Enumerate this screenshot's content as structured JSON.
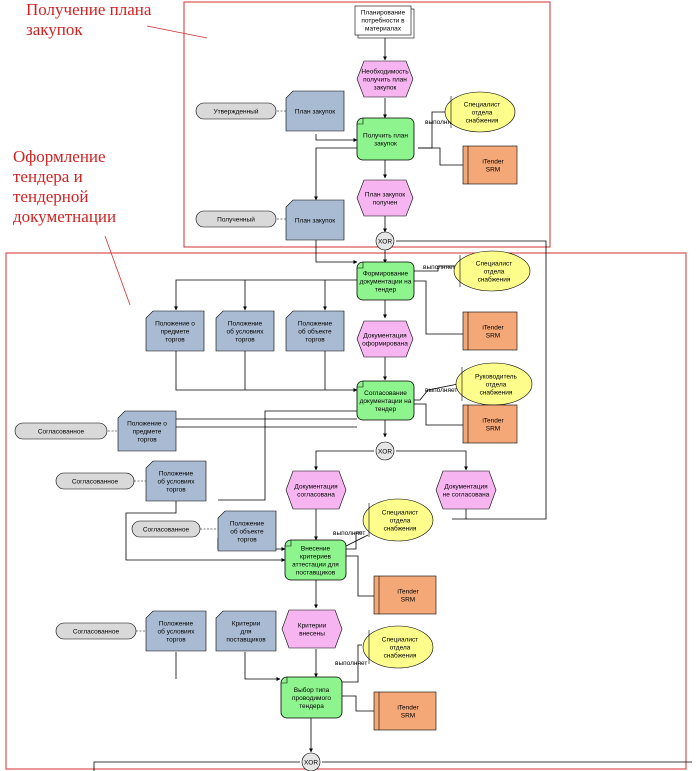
{
  "annotations": {
    "section1": [
      "Получение плана",
      "закупок"
    ],
    "section2": [
      "Оформление",
      "тендера и",
      "тендерной",
      "докуметнации"
    ]
  },
  "labels": {
    "performs": "выполняет",
    "xor": "XOR"
  },
  "functions": {
    "get_plan": [
      "Получить план",
      "закупок"
    ],
    "form_doc": [
      "Формирование",
      "документации на",
      "тендер"
    ],
    "approve_doc": [
      "Согласование",
      "документации на",
      "тендер"
    ],
    "criteria": [
      "Внесение",
      "критериев",
      "аттестации для",
      "поставщиков"
    ],
    "tender_type": [
      "Выбор типа",
      "проводимого",
      "тендера"
    ]
  },
  "events": {
    "need_plan": [
      "Необходимость",
      "получить план",
      "закупок"
    ],
    "plan_received": [
      "План закупок",
      "получен"
    ],
    "doc_formed": [
      "Документация",
      "оформирована"
    ],
    "doc_approved": [
      "Документация",
      "согласована"
    ],
    "doc_not_approved": [
      "Документация",
      "не согласована"
    ],
    "criteria_entered": [
      "Критерии",
      "внесены"
    ]
  },
  "documents": {
    "planning": [
      "Планирование",
      "потребности в",
      "материалах"
    ],
    "plan1": [
      "План закупок"
    ],
    "plan2": [
      "План закупок"
    ],
    "subject_a": [
      "Положение о",
      "предмете",
      "торгов"
    ],
    "conditions_a": [
      "Положение",
      "об условиях",
      "торгов"
    ],
    "object_a": [
      "Положение",
      "об объекте",
      "торгов"
    ],
    "subject_b": [
      "Положение о",
      "предмете",
      "торгов"
    ],
    "conditions_b": [
      "Положение",
      "об условиях",
      "торгов"
    ],
    "object_b": [
      "Положение",
      "об объекте",
      "торгов"
    ],
    "conditions_c": [
      "Положение",
      "об условиях",
      "торгов"
    ],
    "criteria_doc": [
      "Критерии",
      "для",
      "поставщиков"
    ]
  },
  "statuses": {
    "approved_plan": "Утвержденный",
    "received": "Полученный",
    "agreed1": "Согласованное",
    "agreed2": "Согласованное",
    "agreed3": "Согласованное",
    "agreed4": "Согласованное"
  },
  "roles": {
    "specialist": [
      "Специалист",
      "отдела",
      "снабжения"
    ],
    "manager": [
      "Руководитель",
      "отдела",
      "снабжения"
    ]
  },
  "system": [
    "iTender",
    "SRM"
  ],
  "colors": {
    "function": "#8ef58e",
    "event": "#f6b5f0",
    "document": "#a9bbd2",
    "status": "#d9d9d9",
    "role": "#fdfd8c",
    "system": "#f4a877",
    "frame": "#d32f2f"
  }
}
